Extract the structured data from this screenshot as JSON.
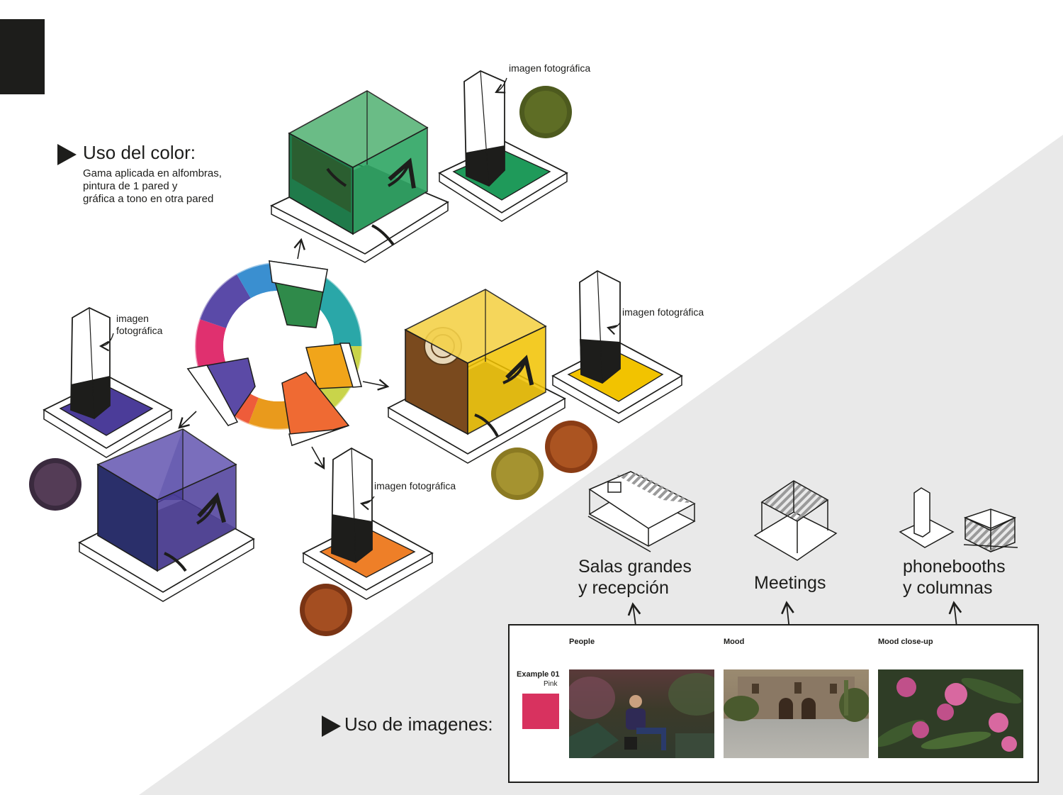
{
  "color_section": {
    "title": "Uso del color:",
    "description": "Gama aplicada en alfombras,\npintura de 1 pared y\ngráfica a tono en otra pared"
  },
  "annotations": {
    "green": "imagen fotográfica",
    "purple": "imagen\nfotográfica",
    "yellow": "imagen fotográfica",
    "orange": "imagen fotográfica"
  },
  "palette": {
    "green": "#1f9a5a",
    "yellow": "#f2c300",
    "purple": "#4b3c99",
    "orange": "#ee7f28",
    "pink": "#d8325f",
    "gray": "#7b7b7b",
    "bg_gray": "#e9e9e9"
  },
  "categories": [
    {
      "id": "salas",
      "label": "Salas grandes\ny recepción"
    },
    {
      "id": "meetings",
      "label": "Meetings"
    },
    {
      "id": "phonebooths",
      "label": "phonebooths\ny columnas"
    }
  ],
  "images_section": {
    "title": "Uso de imagenes:",
    "columns": [
      "People",
      "Mood",
      "Mood close-up"
    ],
    "example_label": "Example 01",
    "example_color_name": "Pink",
    "example_color": "#d8325f"
  }
}
